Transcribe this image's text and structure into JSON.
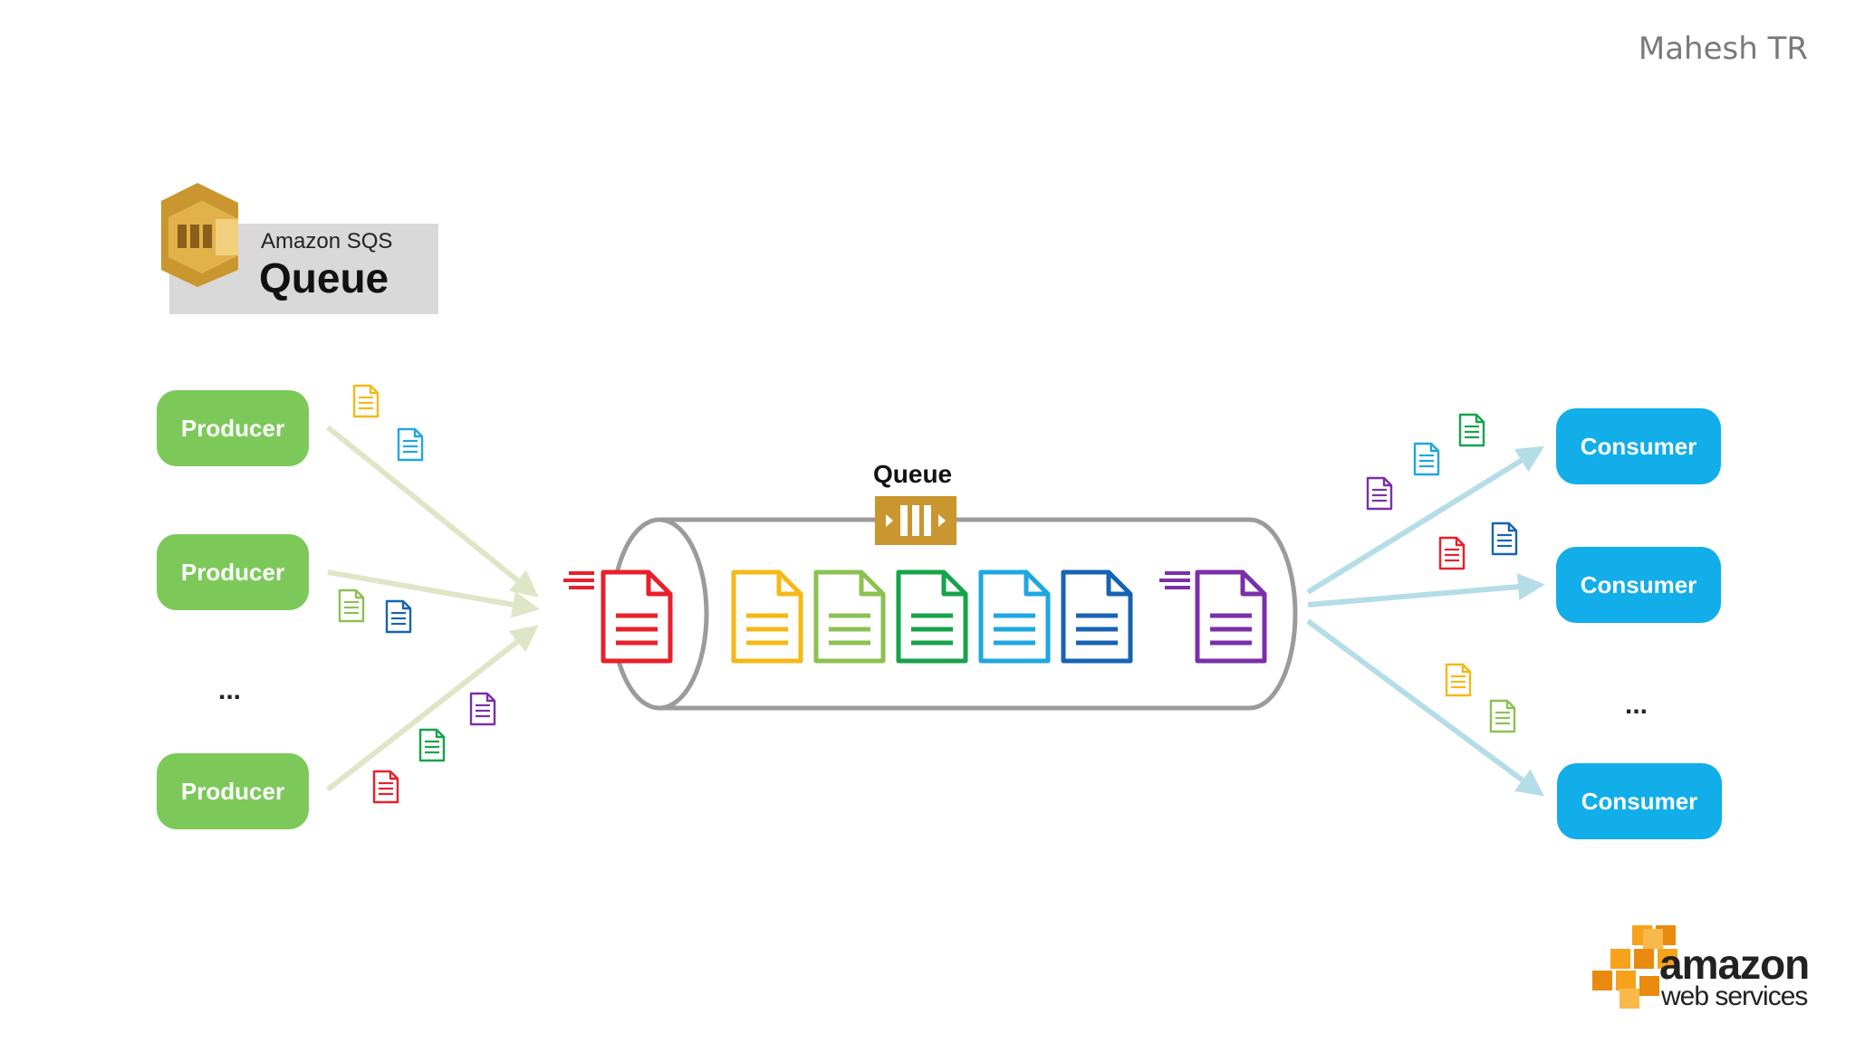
{
  "author": "Mahesh TR",
  "sqs_header": {
    "subtitle": "Amazon SQS",
    "title": "Queue"
  },
  "producers": [
    "Producer",
    "Producer",
    "Producer"
  ],
  "producer_ellipsis": "...",
  "queue_label": "Queue",
  "consumers": [
    "Consumer",
    "Consumer",
    "Consumer"
  ],
  "consumer_ellipsis": "...",
  "aws_logo": {
    "line1": "amazon",
    "line2": "web services"
  },
  "colors": {
    "producer": "#7cc95a",
    "consumer": "#11aee9",
    "sqs_gold": "#c9962f",
    "doc_red": "#e8202a",
    "doc_yellow": "#f5b916",
    "doc_lightgreen": "#8cc152",
    "doc_green": "#16a34a",
    "doc_cyan": "#1ea7e1",
    "doc_blue": "#1763b3",
    "doc_purple": "#7b2fa8"
  }
}
